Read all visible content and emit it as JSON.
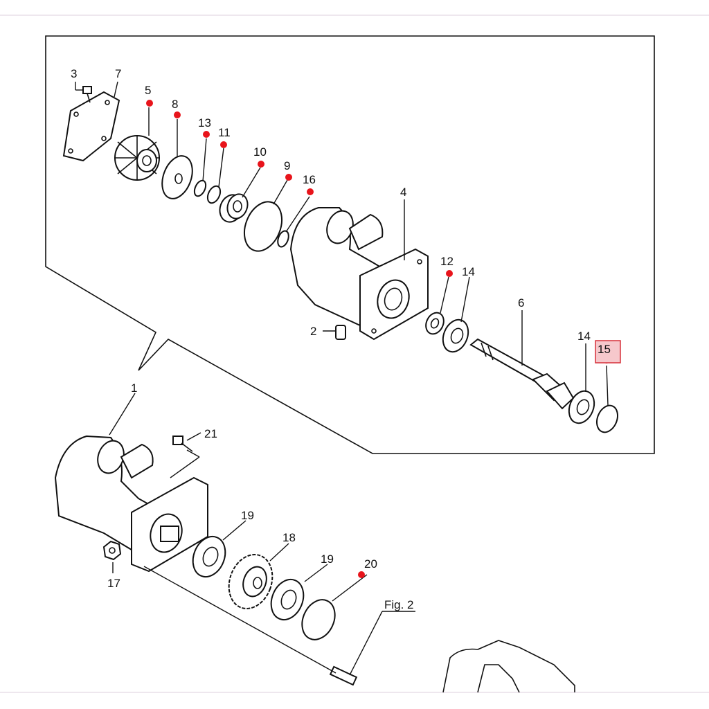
{
  "figure_ref": "Fig. 2",
  "highlight_color": "#e8141b",
  "part_labels": {
    "p1": "1",
    "p2": "2",
    "p3": "3",
    "p4": "4",
    "p5": "5",
    "p6": "6",
    "p7": "7",
    "p8": "8",
    "p9": "9",
    "p10": "10",
    "p11": "11",
    "p12": "12",
    "p13": "13",
    "p14a": "14",
    "p14b": "14",
    "p15": "15",
    "p16": "16",
    "p17": "17",
    "p18": "18",
    "p19a": "19",
    "p19b": "19",
    "p20": "20",
    "p21": "21"
  },
  "marked_parts": [
    "5",
    "8",
    "13",
    "11",
    "10",
    "9",
    "16",
    "12",
    "15",
    "20"
  ],
  "selected_part": "15"
}
